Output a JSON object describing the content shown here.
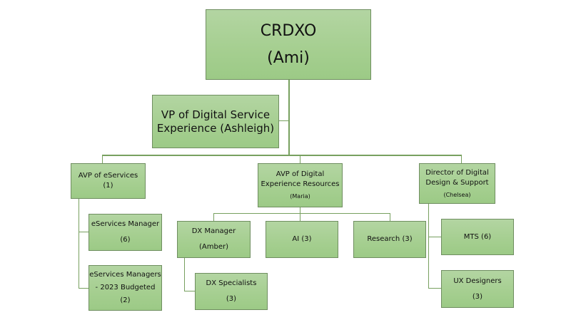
{
  "chart": {
    "root": {
      "title": "CRDXO",
      "person": "(Ami)"
    },
    "vp": {
      "line1": "VP of Digital Service",
      "line2": "Experience (Ashleigh)"
    },
    "avp_eservices": {
      "title": "AVP of eServices",
      "count": "(1)",
      "children": [
        {
          "title": "eServices Manager",
          "count": "(6)"
        },
        {
          "title_line1": "eServices Managers",
          "title_line2": "- 2023 Budgeted",
          "count": "(2)"
        }
      ]
    },
    "avp_digital": {
      "line1": "AVP of Digital",
      "line2": "Experience Resources",
      "person": "(Maria)",
      "children": [
        {
          "title": "DX Manager",
          "person": "(Amber)",
          "children": [
            {
              "title": "DX Specialists",
              "count": "(3)"
            }
          ]
        },
        {
          "title": "AI (3)"
        },
        {
          "title": "Research (3)"
        }
      ]
    },
    "director": {
      "line1": "Director of Digital",
      "line2": "Design & Support",
      "person": "(Chelsea)",
      "children": [
        {
          "title": "MTS (6)"
        },
        {
          "title": "UX Designers",
          "count": "(3)"
        }
      ]
    }
  },
  "colors": {
    "box_fill": "#a6cf91",
    "box_border": "#6f8e60",
    "connector": "#77a05f"
  }
}
